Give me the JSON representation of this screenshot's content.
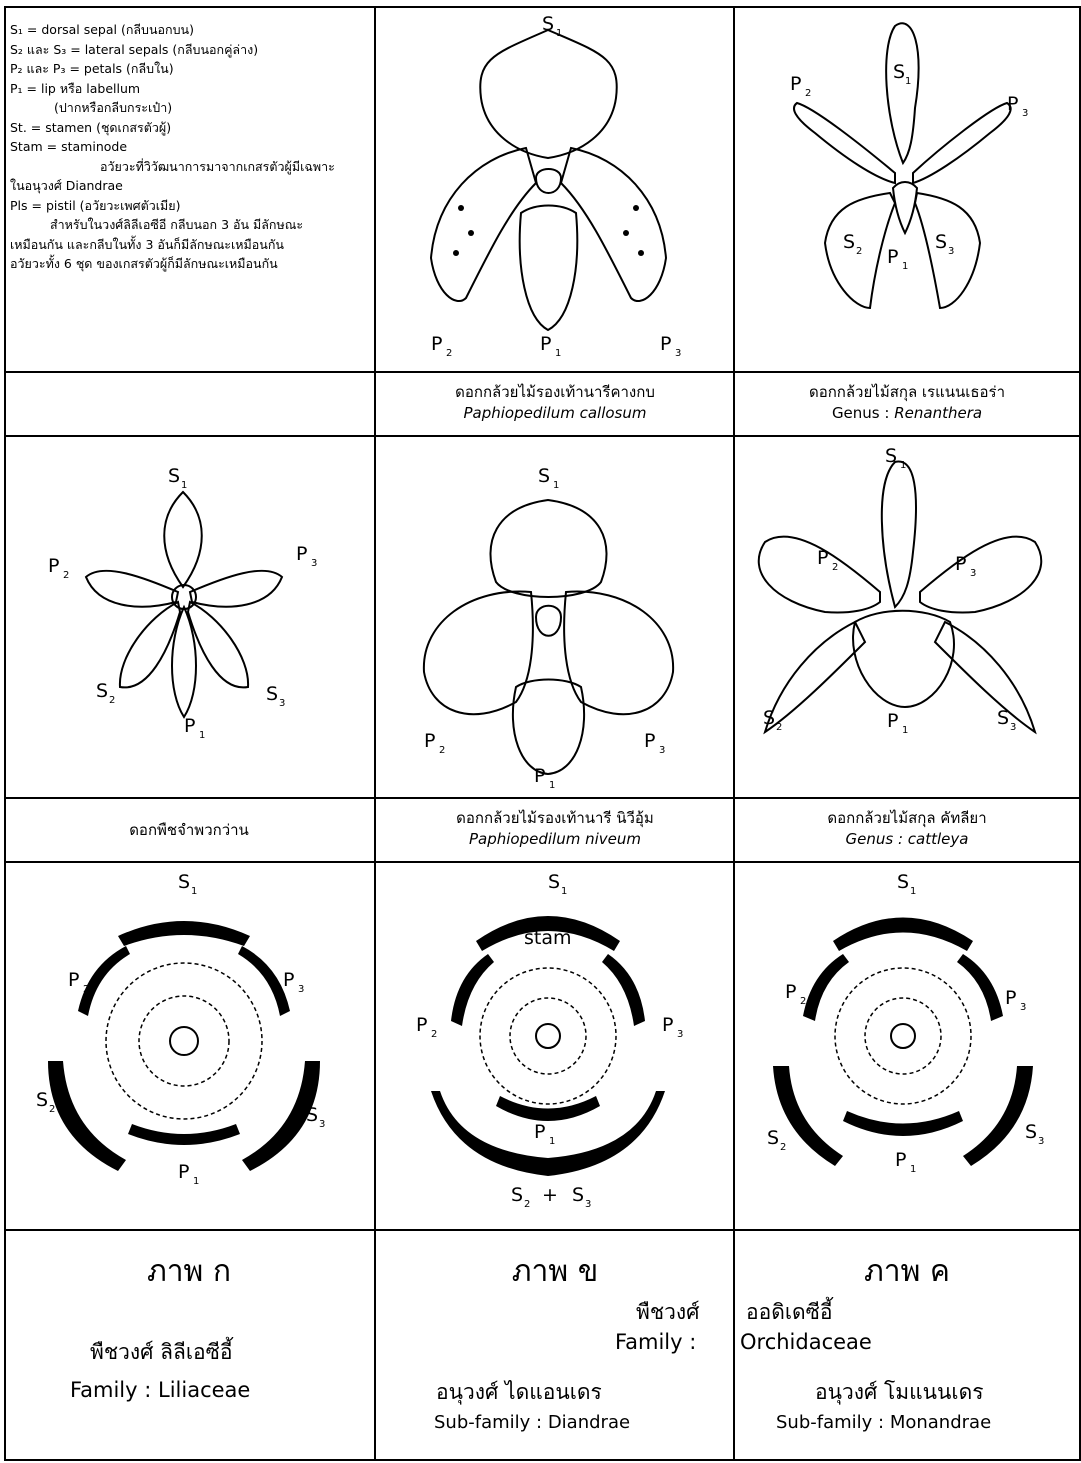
{
  "legend": {
    "lines": [
      "S₁  =  dorsal sepal (กลีบนอกบน)",
      "S₂ และ S₃ = lateral sepals (กลีบนอกคู่ล่าง)",
      "P₂ และ P₃ = petals (กลีบใน)",
      "P₁ = lip หรือ labellum",
      "(ปากหรือกลีบกระเป๋า)",
      "St. = stamen (ชุดเกสรตัวผู้)",
      "Stam =   staminode",
      "อวัยวะที่วิวัฒนาการมาจากเกสรตัวผู้มีเฉพาะ",
      "ในอนุวงศ์ Diandrae",
      "Pls   =   pistil (อวัยวะเพศตัวเมีย)",
      "สำหรับในวงศ์ลิลีเอซีอี กลีบนอก 3 อัน มีลักษณะ",
      "เหมือนกัน และกลีบในทั้ง 3 อันก็มีลักษณะเหมือนกัน",
      "อวัยวะทั้ง 6 ชุด ของเกสรตัวผู้ก็มีลักษณะเหมือนกัน"
    ]
  },
  "captions": {
    "paph_callosum_th": "ดอกกล้วยไม้รองเท้านารีคางกบ",
    "paph_callosum_sci": "Paphiopedilum  callosum",
    "renanthera_th": "ดอกกล้วยไม้สกุล  เรแนนเธอร่า",
    "renanthera_genus": "Genus : ",
    "renanthera_sci": "Renanthera",
    "lily_th": "ดอกพืชจำพวกว่าน",
    "paph_niveum_th": "ดอกกล้วยไม้รองเท้านารี นิวีอุ้ม",
    "paph_niveum_sci": "Paphiopedilum  niveum",
    "cattleya_th": "ดอกกล้วยไม้สกุล  คัทลียา",
    "cattleya_sci": "Genus : cattleya"
  },
  "labels": {
    "S": "S",
    "P": "P",
    "stam": "stam",
    "plus": "+",
    "n1": "1",
    "n2": "2",
    "n3": "3"
  },
  "panels": {
    "a": {
      "title": "ภาพ ก",
      "family_th": "พืชวงศ์  ลิลีเอซีอี้",
      "family_en": "Family  :  Liliaceae"
    },
    "b": {
      "title": "ภาพ ข",
      "family_th": "พืชวงศ์",
      "family_label": "Family  :",
      "subfamily_th": "อนุวงศ์  ไดแอนเดร",
      "subfamily_en": "Sub-family : Diandrae"
    },
    "c": {
      "title": "ภาพ ค",
      "family_th": "ออดิเดซีอี้",
      "family_en": "Orchidaceae",
      "subfamily_th": "อนุวงศ์  โมแนนเดร",
      "subfamily_en": "Sub-family : Monandrae"
    }
  }
}
